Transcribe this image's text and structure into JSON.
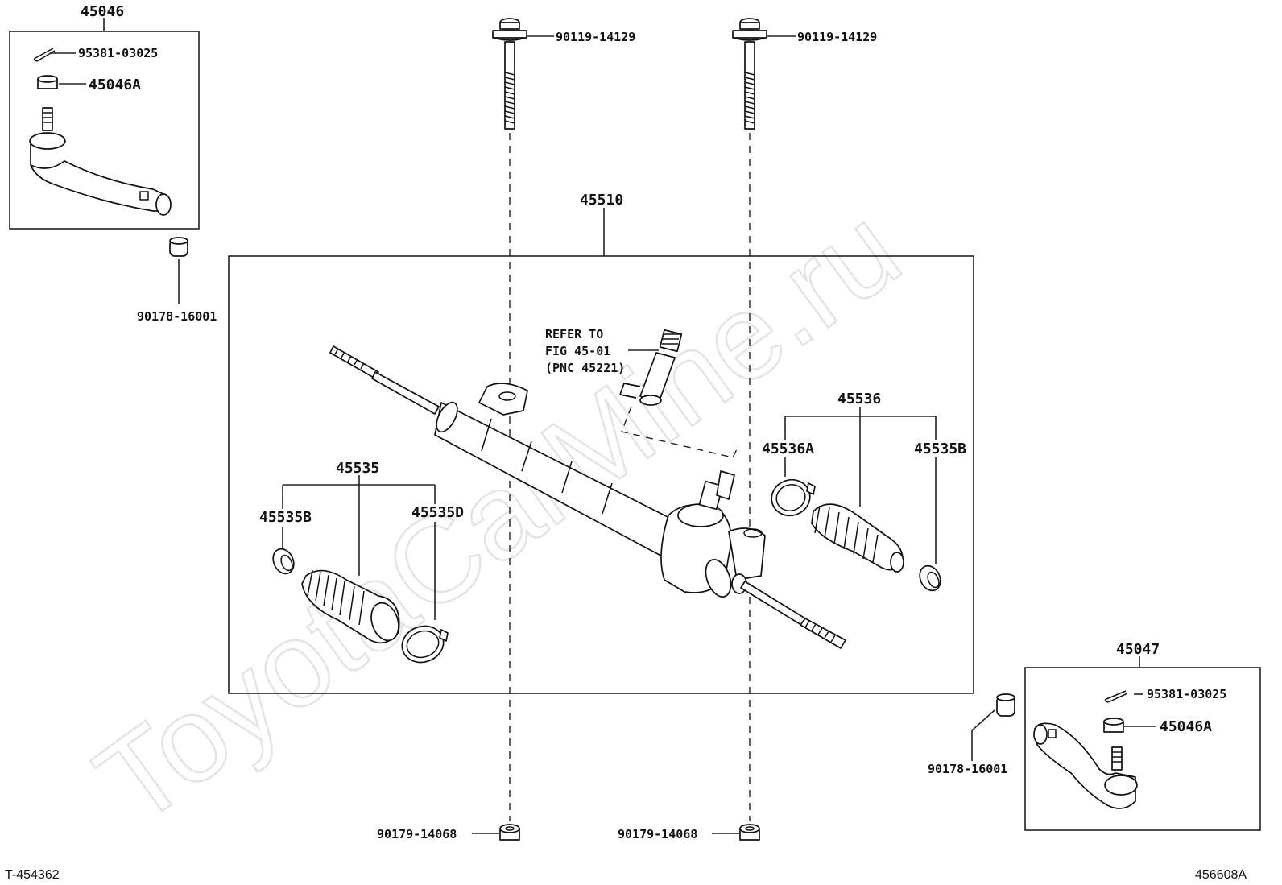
{
  "watermark": "ToyotaCarMine.ru",
  "assemblies": {
    "tie_rod_end_left": "45046",
    "tie_rod_end_right": "45047",
    "gear_assembly": "45510",
    "boot_set_left": "45535",
    "boot_set_right": "45536"
  },
  "left_tie_rod_box": {
    "cotter_pin": "95381-03025",
    "nut": "45046A",
    "bushing": "90178-16001"
  },
  "right_tie_rod_box": {
    "cotter_pin": "95381-03025",
    "nut": "45046A",
    "bushing": "90178-16001"
  },
  "bolts": {
    "left_bolt": "90119-14129",
    "right_bolt": "90119-14129",
    "left_nut": "90179-14068",
    "right_nut": "90179-14068"
  },
  "boots": {
    "left_clamp_small": "45535B",
    "left_clamp_large": "45535D",
    "right_clamp_large": "45536A",
    "right_clamp_small": "45535B"
  },
  "reference_note": {
    "line1": "REFER TO",
    "line2": "FIG 45-01",
    "line3": "(PNC 45221)"
  },
  "corner_codes": {
    "bottom_left": "T-454362",
    "bottom_right": "456608A"
  }
}
